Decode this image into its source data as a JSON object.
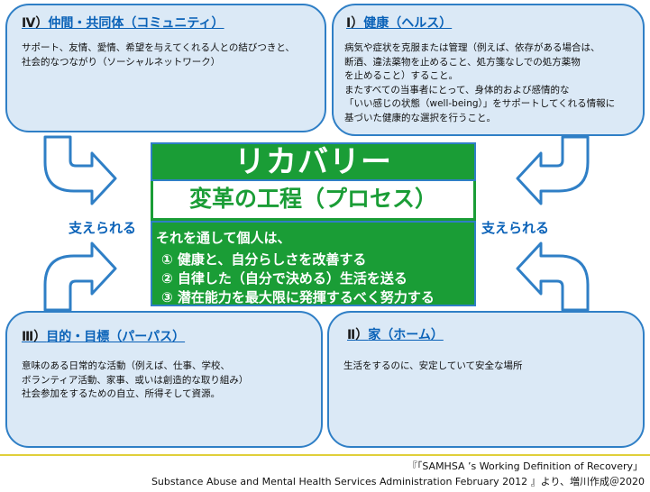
{
  "quadrants": {
    "tl": {
      "num": "Ⅳ",
      "title": "仲間・共同体（コミュニティ）",
      "body": "サポート、友情、愛情、希望を与えてくれる人との結びつきと、\n社会的なつながり（ソーシャルネットワーク）"
    },
    "tr": {
      "num": "Ⅰ",
      "title": "健康（ヘルス）",
      "body": "病気や症状を克服または管理（例えば、依存がある場合は、\n断酒、違法薬物を止めること、処方箋なしでの処方薬物\nを止めること）すること。\nまたすべての当事者にとって、身体的および感情的な\n「いい感じの状態（well-being）」をサポートしてくれる情報に\n基づいた健康的な選択を行うこと。"
    },
    "bl": {
      "num": "Ⅲ",
      "title": "目的・目標（パーパス）",
      "body": "意味のある日常的な活動（例えば、仕事、学校、\nボランティア活動、家事、或いは創造的な取り組み）\n社会参加をするための自立、所得そして資源。"
    },
    "br": {
      "num": "Ⅱ",
      "title": "家（ホーム）",
      "body": "生活をするのに、安定していて安全な場所"
    }
  },
  "center": {
    "heading": "リカバリー",
    "subheading": "変革の工程（プロセス）",
    "intro": "それを通して個人は、",
    "items": [
      "① 健康と、自分らしさを改善する",
      "② 自律した（自分で決める）生活を送る",
      "③ 潜在能力を最大限に発揮するべく努力する"
    ]
  },
  "side_labels": {
    "left": "支えられる",
    "right": "支えられる"
  },
  "footer": {
    "line1": "『「SAMHSA ’s Working Definition of Recovery」",
    "line2": "Substance Abuse and Mental Health Services Administration  February 2012  』より、増川作成＠2020"
  },
  "colors": {
    "box_fill": "#dbe9f6",
    "box_border": "#2f7fc6",
    "title_blue": "#0a62b8",
    "green": "#1a9d36",
    "footer_line": "#e0cf3a"
  }
}
